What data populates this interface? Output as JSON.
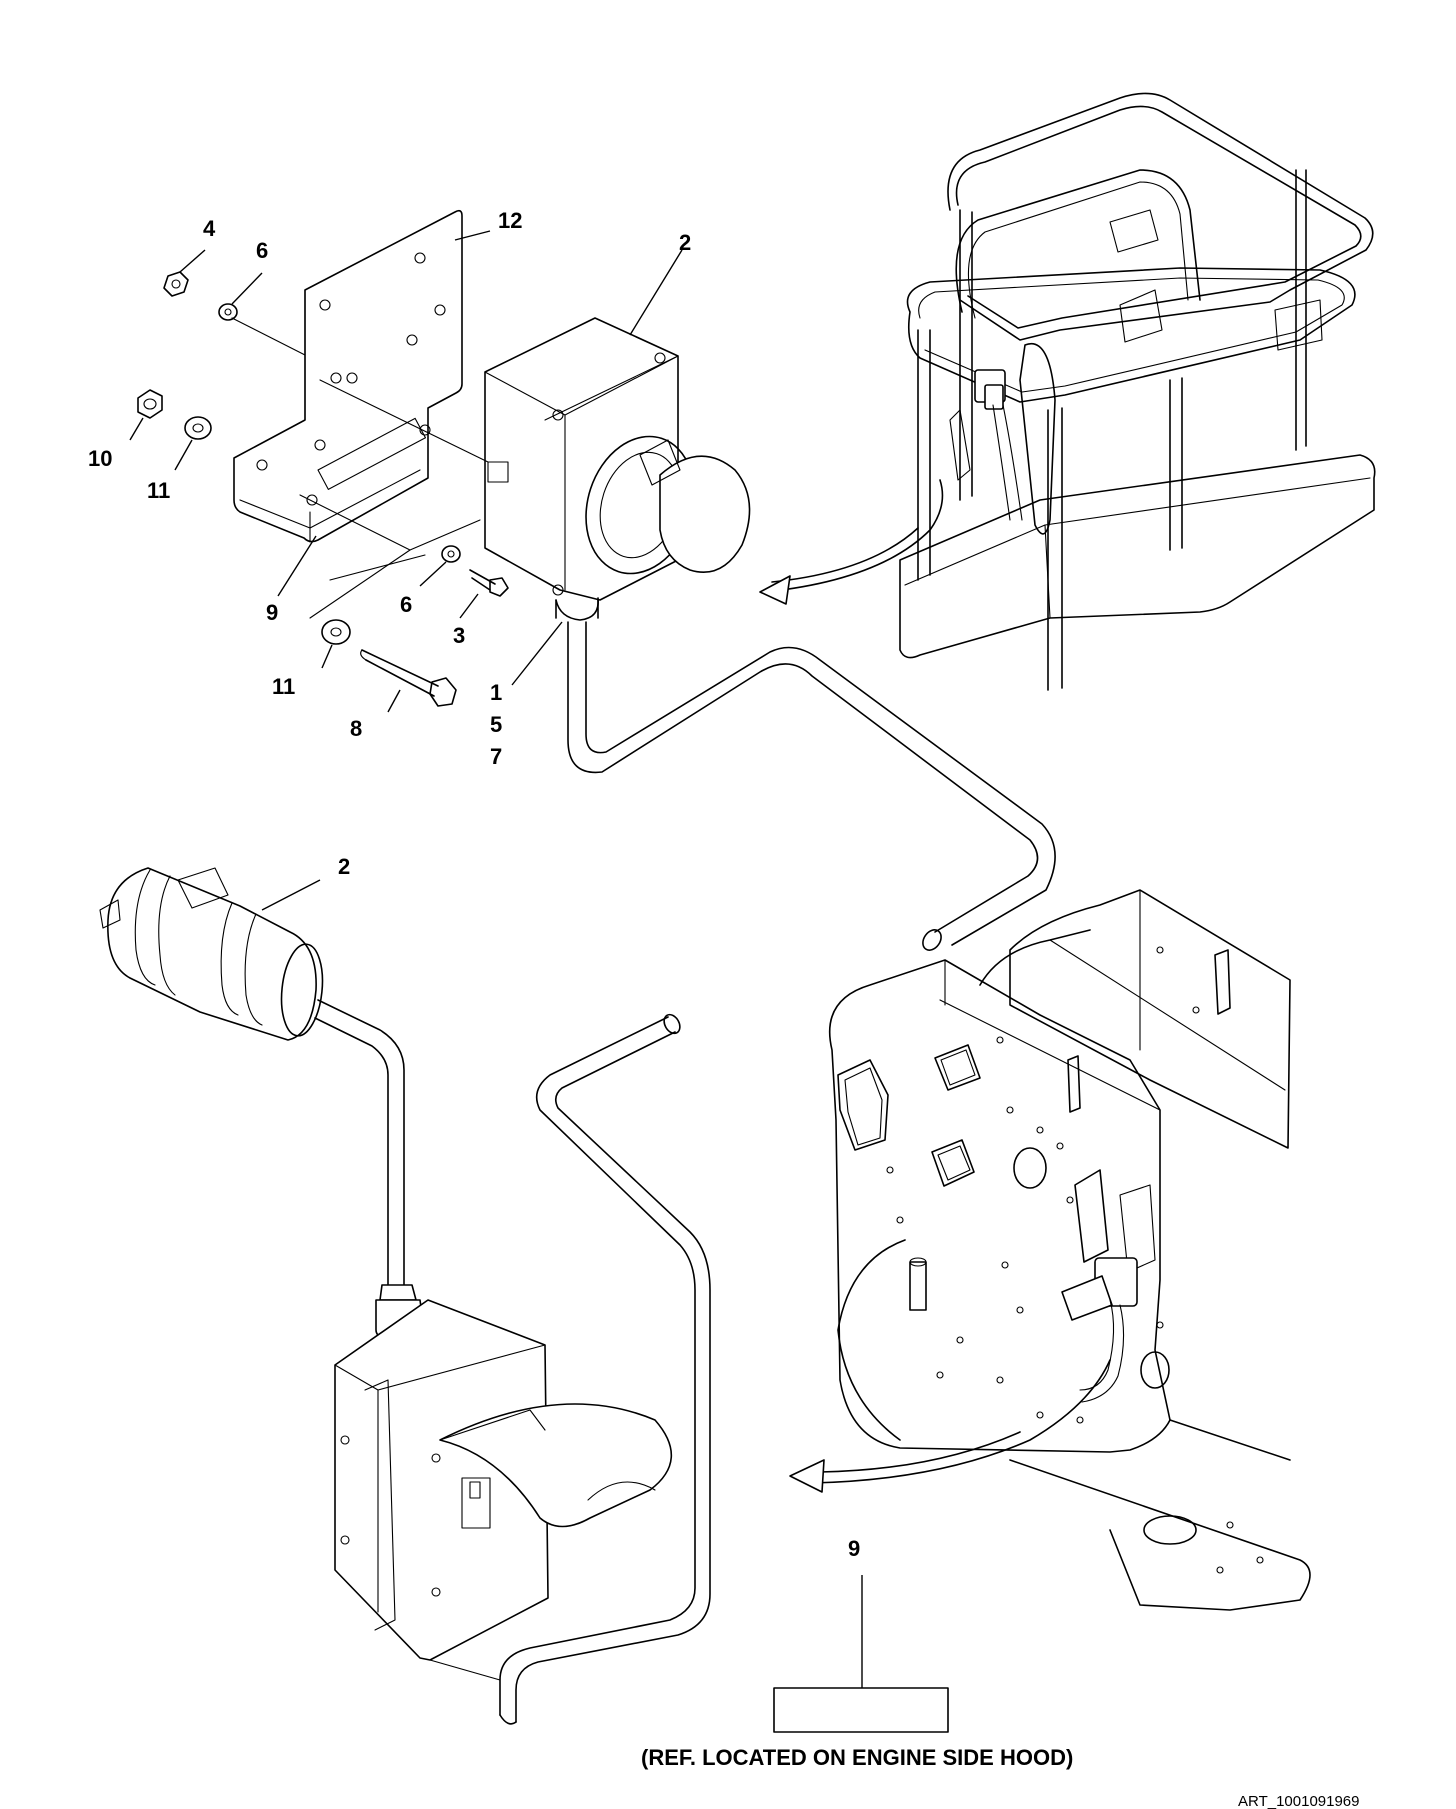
{
  "figure": {
    "callouts": {
      "c4": "4",
      "c12": "12",
      "c6a": "6",
      "c2a": "2",
      "c10": "10",
      "c11a": "11",
      "c9a": "9",
      "c6b": "6",
      "c3": "3",
      "c11b": "11",
      "c1": "1",
      "c5": "5",
      "c7": "7",
      "c8": "8",
      "c2b": "2",
      "c9b": "9"
    },
    "reference_note": "(REF. LOCATED ON ENGINE SIDE HOOD)",
    "art_id": "ART_1001091969"
  }
}
